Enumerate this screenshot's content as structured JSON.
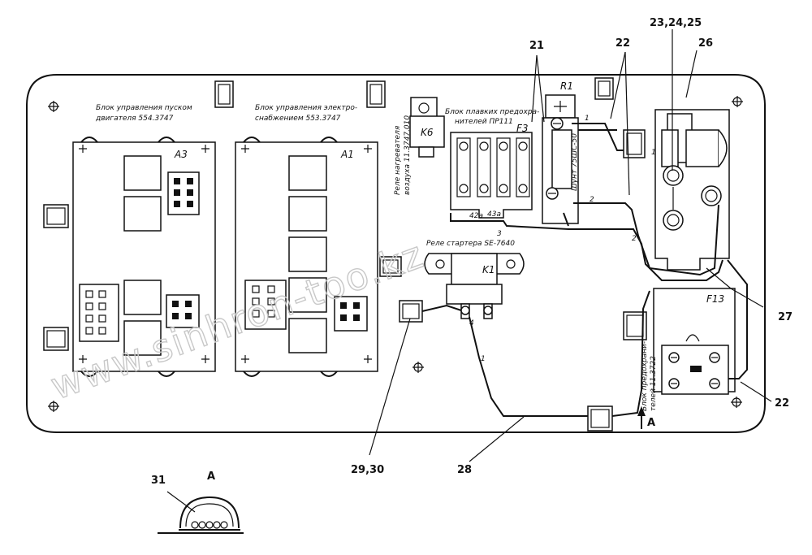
{
  "callouts": {
    "c21": "21",
    "c22_top": "22",
    "c22_right": "22",
    "c23": "23,24,25",
    "c26": "26",
    "c27": "27",
    "c28": "28",
    "c2930": "29,30",
    "c31": "31",
    "view_a": "A",
    "arrow_a": "A"
  },
  "modules": {
    "a3": "A3",
    "a1": "A1",
    "k6": "K6",
    "f3": "F3",
    "r1": "R1",
    "k1": "K1",
    "f13": "F13"
  },
  "captions": {
    "a3_line1": "Блок управления пуском",
    "a3_line2": "двигателя 554.3747",
    "a1_line1": "Блок управления электро-",
    "a1_line2": "снабжением 553.3747",
    "fuse_line1": "Блок плавких предохра-",
    "fuse_line2": "нителей ПР111",
    "heater_line1": "Реле нагревателя",
    "heater_line2": "воздуха 11.3747.010",
    "starter": "Реле стартера SE-7640",
    "shunt": "Шунт 75ШС-50",
    "fuse2_line1": "Блок предохрани-",
    "fuse2_line2": "телей 11.3722"
  },
  "wire_marks": {
    "w1": "1",
    "w2": "2",
    "w3": "3",
    "w4": "4",
    "w42": "42a",
    "w43": "43a"
  },
  "watermark": "www.sinhron-too.kz"
}
